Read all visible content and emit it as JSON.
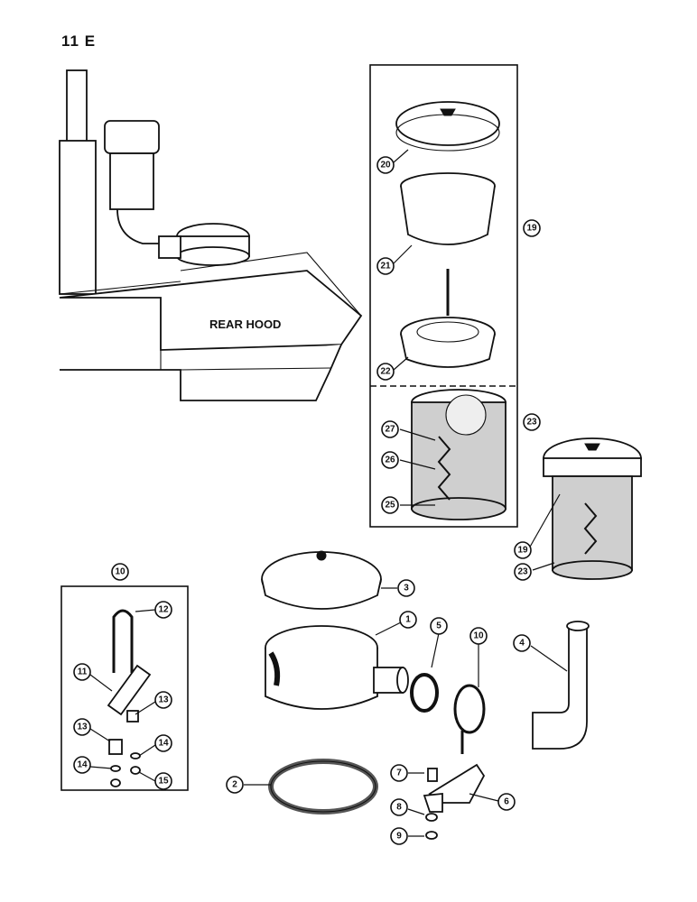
{
  "page": {
    "title": "11 E"
  },
  "hood_label": "REAR HOOD",
  "callouts": {
    "c1": "1",
    "c2": "2",
    "c3": "3",
    "c4": "4",
    "c5": "5",
    "c6": "6",
    "c7": "7",
    "c8": "8",
    "c9": "9",
    "c10": "10",
    "c10_group": "10",
    "c11": "11",
    "c12": "12",
    "c13a": "13",
    "c13b": "13",
    "c14a": "14",
    "c14b": "14",
    "c15": "15",
    "c19": "19",
    "c19b": "19",
    "c20": "20",
    "c21": "21",
    "c22": "22",
    "c23": "23",
    "c23b": "23",
    "c25": "25",
    "c26": "26",
    "c27": "27"
  },
  "colors": {
    "ink": "#111111",
    "paper": "#ffffff"
  }
}
